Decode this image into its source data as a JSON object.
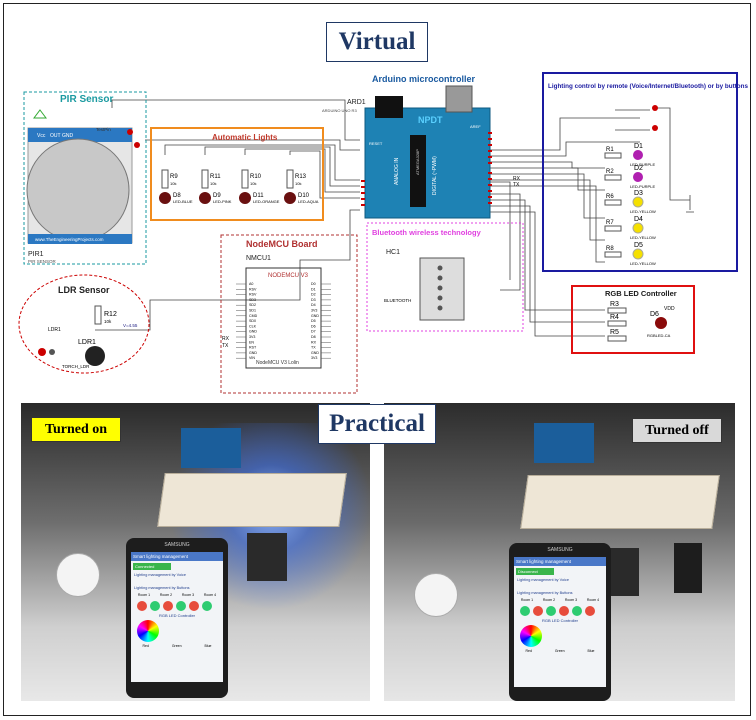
{
  "headings": {
    "virtual": "Virtual",
    "practical": "Practical"
  },
  "photo_tags": {
    "on": "Turned on",
    "off": "Turned off"
  },
  "colors": {
    "heading": "#1f3864",
    "pir": "#1a9aa0",
    "auto": "#f08c1e",
    "nodemcu": "#b03030",
    "bluetooth": "#e040e0",
    "remote": "#1a1aa0",
    "rgb": "#e01010",
    "arduino": "#1e82b4",
    "tag_on": "#ffff00",
    "tag_off": "#d9d9d9"
  },
  "schematic": {
    "pir": {
      "title": "PIR Sensor",
      "pins": [
        "Vcc",
        "OUT",
        "GND"
      ],
      "testpin": "TestPin",
      "site": "www.TheEngineeringProjects.com",
      "ref": "PIR1",
      "sub": "PIR SENSOR"
    },
    "arduino": {
      "title": "Arduino microcontroller",
      "ref": "ARD1",
      "sub": "ARDUINO UNO R3",
      "reset": "RESET",
      "aref": "AREF",
      "analog": "ANALOG IN",
      "digital": "DIGITAL (~PWM)",
      "chip": "ATMEGA328P",
      "npdt": "NPDT",
      "rx": "RX",
      "tx": "TX"
    },
    "auto": {
      "title": "Automatic Lights",
      "resistors": [
        "R9",
        "R11",
        "R10",
        "R13"
      ],
      "leds": [
        "D8",
        "D9",
        "D11",
        "D10"
      ],
      "vals": [
        "10k",
        "10k",
        "10k",
        "10k"
      ],
      "ledtypes": [
        "LED-BLUE",
        "LED-PINK",
        "LED-ORANGE",
        "LED-AQUA"
      ]
    },
    "nodemcu": {
      "title": "NodeMCU Board",
      "ref": "NMCU1",
      "chip": "NODEMCU V3",
      "sub": "NodeMCU V3 Lolin",
      "rx": "RX",
      "tx": "TX",
      "left_pins": [
        "A0",
        "RSV",
        "RSV",
        "SD3",
        "SD2",
        "SD1",
        "CMD",
        "SD0",
        "CLK",
        "GND",
        "3V3",
        "EN",
        "RST",
        "GND",
        "VIN"
      ],
      "right_pins": [
        "D0",
        "D1",
        "D2",
        "D3",
        "D4",
        "3V3",
        "GND",
        "D5",
        "D6",
        "D7",
        "D8",
        "RX",
        "TX",
        "GND",
        "3V3"
      ]
    },
    "bluetooth": {
      "title": "Bluetooth wireless technology",
      "ref": "HC1",
      "sub": "BLUETOOTH"
    },
    "remote": {
      "title": "Lighting control by remote (Voice/Internet/Bluetooth) or by buttons",
      "resistors": [
        "R1",
        "R2",
        "R6",
        "R7",
        "R8"
      ],
      "leds": [
        "D1",
        "D2",
        "D3",
        "D4",
        "D5"
      ],
      "ledtypes": [
        "LED-PURPLE",
        "LED-PURPLE",
        "LED-YELLOW",
        "LED-YELLOW",
        "LED-YELLOW"
      ]
    },
    "rgb": {
      "title": "RGB LED Controller",
      "resistors": [
        "R3",
        "R4",
        "R5"
      ],
      "led": "D6",
      "ledtype": "RGBLED-CA",
      "vdd": "VDD"
    },
    "ldr": {
      "title": "LDR Sensor",
      "r": "R12",
      "rv": "10k",
      "ref": "LDR1",
      "sub": "TORCH_LDR",
      "out": "LDR1",
      "vout": "V=4.55"
    }
  },
  "app": {
    "title": "Smart lighting management",
    "on_btn": "Connected",
    "off_btn": "Disconnect",
    "voice": "Lighting management by Voice",
    "buttons": "Lighting management by Buttons",
    "rooms": [
      "Room 1",
      "Room 2",
      "Room 3",
      "Room 4"
    ],
    "rgb": "RGB LED Controller",
    "sliders": [
      "Red",
      "Green",
      "Blue"
    ],
    "brand": "SAMSUNG"
  }
}
